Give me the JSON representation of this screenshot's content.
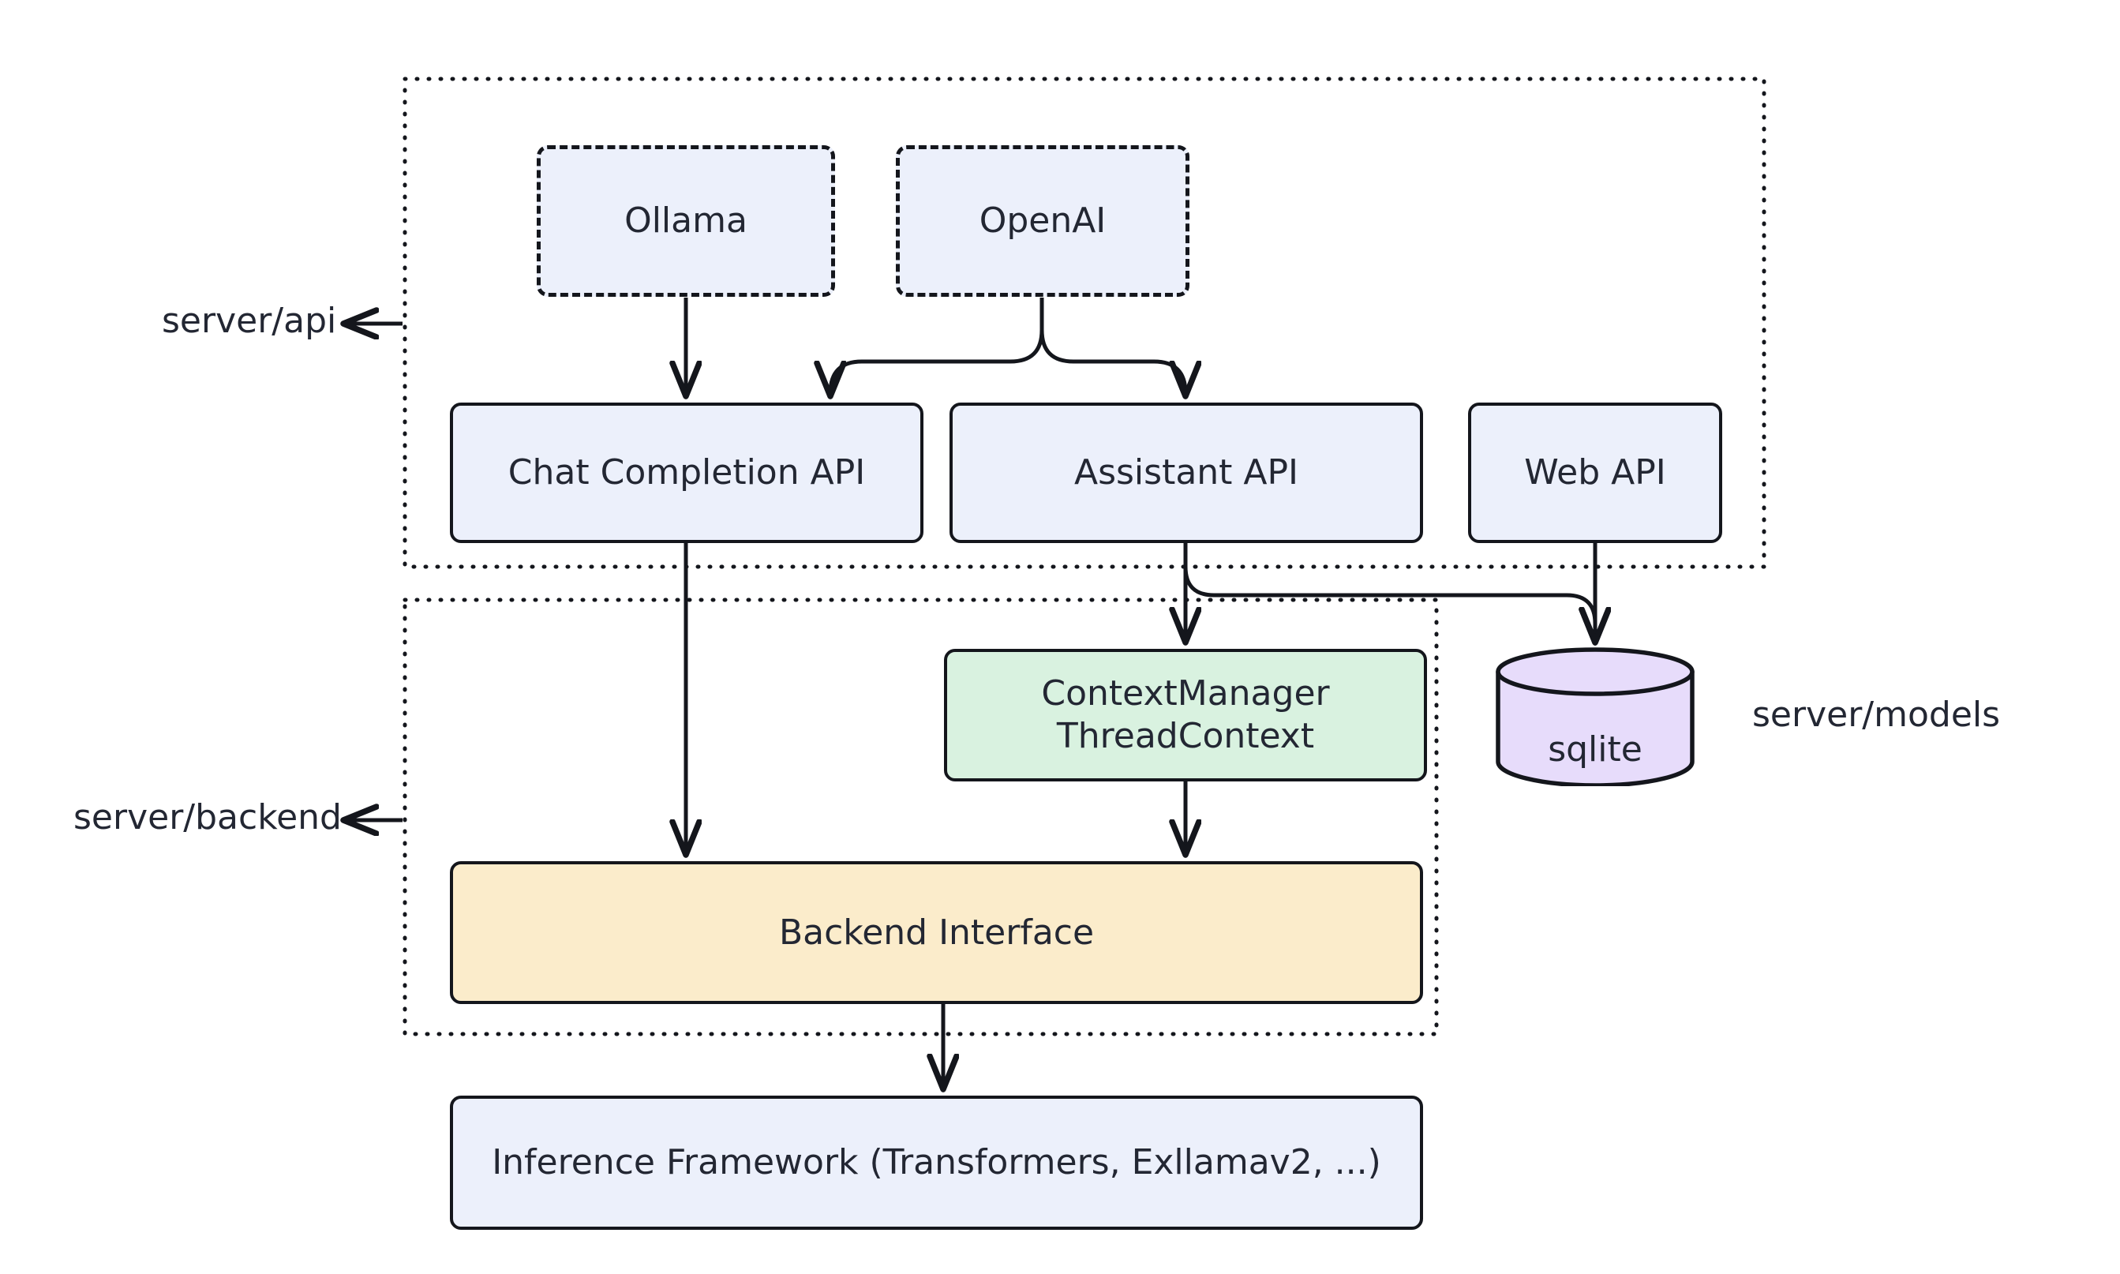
{
  "diagram": {
    "type": "flowchart",
    "direction": "top-down",
    "background": "#ffffff",
    "stroke_color": "#14161c",
    "text_color": "#232733",
    "clusters": [
      {
        "id": "cluster-api",
        "label": "server/api",
        "style": "dotted",
        "has_pointer_arrow": true,
        "member_node_ids": [
          "ollama",
          "openai",
          "chat-completion-api",
          "assistant-api",
          "web-api"
        ]
      },
      {
        "id": "cluster-backend",
        "label": "server/backend",
        "style": "dotted",
        "has_pointer_arrow": true,
        "member_node_ids": [
          "context-manager",
          "backend-interface"
        ]
      },
      {
        "id": "cluster-models",
        "label": "server/models",
        "style": "none",
        "has_pointer_arrow": false,
        "member_node_ids": [
          "sqlite"
        ]
      }
    ],
    "nodes": [
      {
        "id": "ollama",
        "label": "Ollama",
        "shape": "rounded-rect",
        "border": "dashed",
        "fill": "#ecf0fb"
      },
      {
        "id": "openai",
        "label": "OpenAI",
        "shape": "rounded-rect",
        "border": "dashed",
        "fill": "#ecf0fb"
      },
      {
        "id": "chat-completion-api",
        "label": "Chat Completion API",
        "shape": "rounded-rect",
        "border": "solid",
        "fill": "#ecf0fb"
      },
      {
        "id": "assistant-api",
        "label": "Assistant API",
        "shape": "rounded-rect",
        "border": "solid",
        "fill": "#ecf0fb"
      },
      {
        "id": "web-api",
        "label": "Web API",
        "shape": "rounded-rect",
        "border": "solid",
        "fill": "#ecf0fb"
      },
      {
        "id": "context-manager",
        "label": "ContextManager\nThreadContext",
        "shape": "rounded-rect",
        "border": "solid",
        "fill": "#d9f2e0"
      },
      {
        "id": "sqlite",
        "label": "sqlite",
        "shape": "cylinder",
        "border": "solid",
        "fill": "#e7dcfb"
      },
      {
        "id": "backend-interface",
        "label": "Backend Interface",
        "shape": "rounded-rect",
        "border": "solid",
        "fill": "#fbeccb"
      },
      {
        "id": "inference-framework",
        "label": "Inference Framework (Transformers, Exllamav2, ...)",
        "shape": "rounded-rect",
        "border": "solid",
        "fill": "#ecf0fb"
      }
    ],
    "edges": [
      {
        "from": "ollama",
        "to": "chat-completion-api",
        "arrow": true
      },
      {
        "from": "openai",
        "to": "chat-completion-api",
        "arrow": true
      },
      {
        "from": "openai",
        "to": "assistant-api",
        "arrow": true
      },
      {
        "from": "chat-completion-api",
        "to": "backend-interface",
        "arrow": true
      },
      {
        "from": "assistant-api",
        "to": "context-manager",
        "arrow": true
      },
      {
        "from": "assistant-api",
        "to": "sqlite",
        "arrow": true
      },
      {
        "from": "web-api",
        "to": "sqlite",
        "arrow": true
      },
      {
        "from": "context-manager",
        "to": "backend-interface",
        "arrow": true
      },
      {
        "from": "backend-interface",
        "to": "inference-framework",
        "arrow": true
      }
    ]
  }
}
